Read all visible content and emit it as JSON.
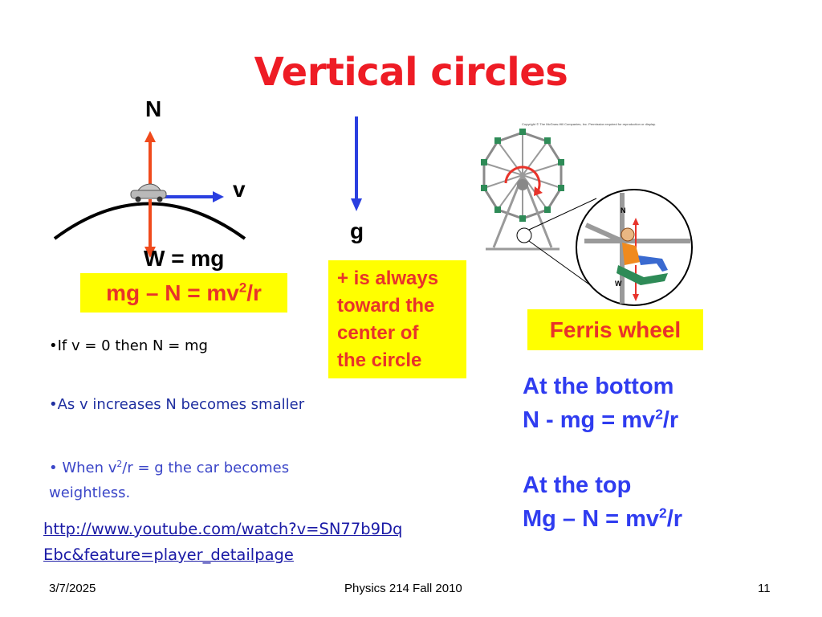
{
  "title": "Vertical circles",
  "diagram": {
    "label_n": "N",
    "label_v": "v",
    "label_g": "g",
    "label_w": "W = mg"
  },
  "boxes": {
    "equation_pre": "mg – N = mv",
    "equation_sup": "2",
    "equation_post": "/r",
    "plus_text_1": "+ is always",
    "plus_text_2": "toward the",
    "plus_text_3": "center of",
    "plus_text_4": "the circle",
    "ferris": "Ferris wheel"
  },
  "bullets": {
    "b1": "•If v = 0 then N = mg",
    "b2": "•As v increases N becomes smaller",
    "b3_pre": "• When v",
    "b3_sup": "2",
    "b3_post": "/r = g the car becomes",
    "b3_line2": "weightless."
  },
  "link": {
    "line1": "http://www.youtube.com/watch?v=SN77b9Dq",
    "line2": "Ebc&feature=player_detailpage"
  },
  "right": {
    "bottom_title": "At the bottom",
    "bottom_eq_pre": "N - mg = mv",
    "bottom_eq_sup": "2",
    "bottom_eq_post": "/r",
    "top_title": "At the top",
    "top_eq_pre": "Mg – N = mv",
    "top_eq_sup": "2",
    "top_eq_post": "/r"
  },
  "ferris_inset": {
    "copyright": "Copyright © The McGraw-Hill Companies, Inc. Permission required for reproduction or display.",
    "n_label": "N",
    "w_label": "W"
  },
  "footer": {
    "date": "3/7/2025",
    "course": "Physics 214 Fall 2010",
    "page": "11"
  },
  "colors": {
    "title_red": "#ee1c25",
    "highlight_yellow": "#ffff00",
    "equation_blue": "#2f3cf0",
    "arrow_red": "#f04a1c",
    "arrow_blue": "#2a3fe0"
  }
}
